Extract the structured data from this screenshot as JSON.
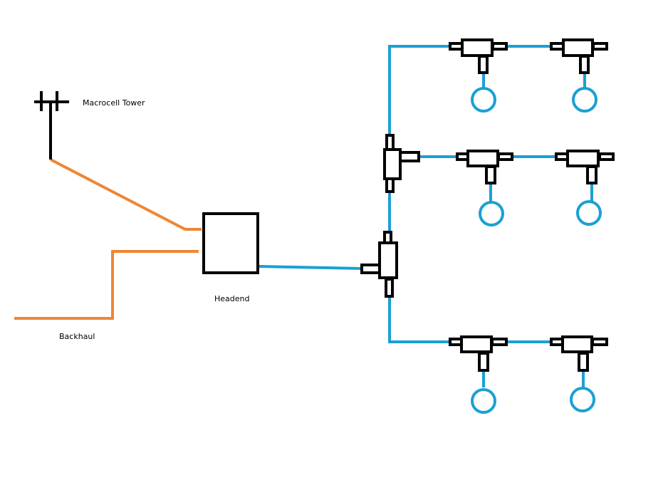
{
  "labels": {
    "tower": "Macrocell Tower",
    "headend": "Headend",
    "backhaul": "Backhaul"
  },
  "colors": {
    "fiber": "#ef8633",
    "coax": "#1ba0d3",
    "component": "#000000",
    "background": "#ffffff"
  }
}
